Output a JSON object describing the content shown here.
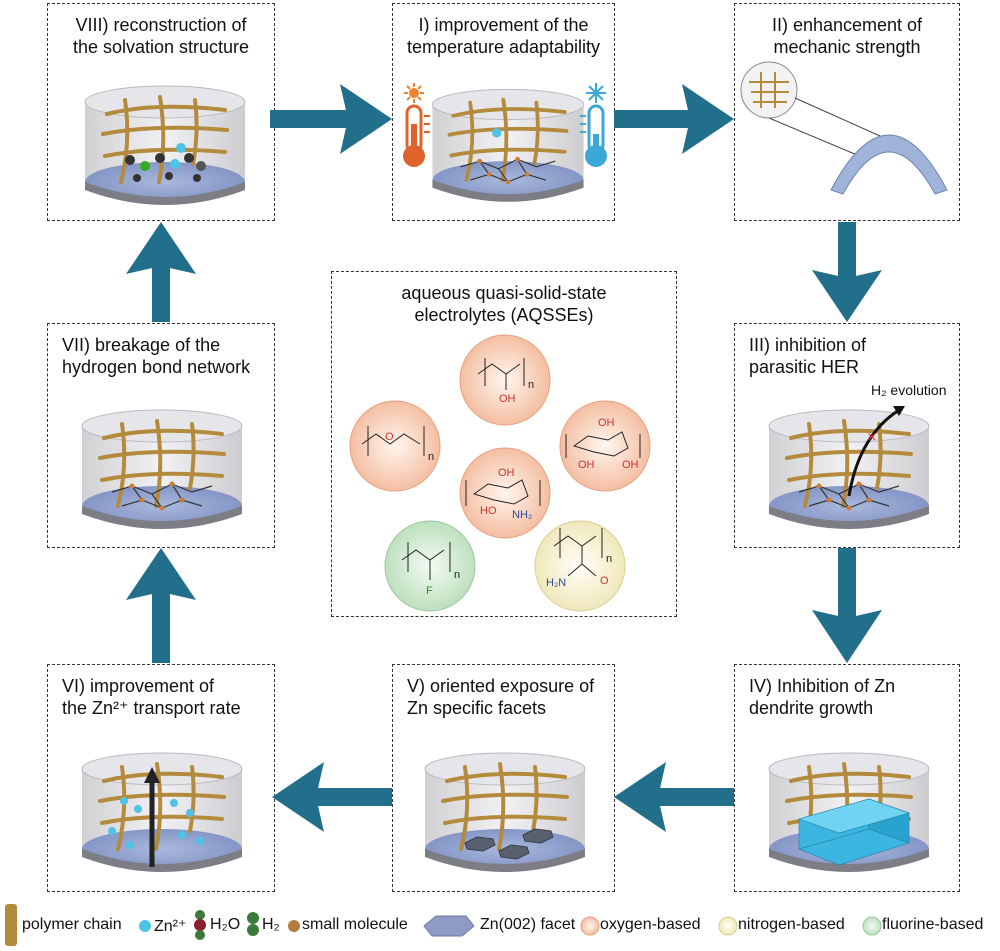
{
  "panels": {
    "p8": "VIII) reconstruction of\nthe solvation structure",
    "p1": "I) improvement of the\ntemperature adaptability",
    "p2": "II) enhancement of\nmechanic strength",
    "p3": "III) inhibition of\nparasitic HER",
    "p3_label": "H₂ evolution",
    "p4": "IV) Inhibition of Zn\ndendrite growth",
    "p5": "V) oriented exposure of\nZn specific facets",
    "p6": "VI) improvement of\nthe Zn²⁺ transport rate",
    "p7": "VII) breakage of the\nhydrogen bond network"
  },
  "center": {
    "title": "aqueous quasi-solid-state\nelectrolytes (AQSSEs)",
    "oh": "OH",
    "n": "n",
    "nh2": "NH₂",
    "f": "F",
    "h2n": "H₂N",
    "o": "O"
  },
  "legend": {
    "polymer_chain": "polymer chain",
    "zn": "Zn²⁺",
    "h2o": "H₂O",
    "h2": "H₂",
    "small_molecule": "small molecule",
    "facet": "Zn(002) facet",
    "oxygen": "oxygen-based",
    "nitrogen": "nitrogen-based",
    "fluorine": "fluorine-based"
  },
  "colors": {
    "arrow": "#216f8a",
    "oxygen_fill": "#f6cdb2",
    "nitrogen_fill": "#f7f2d2",
    "fluorine_fill": "#cfe8cf",
    "polymer": "#b48a3c",
    "zn_ion": "#4fc3e6"
  },
  "icons": [
    "sun-icon",
    "snowflake-icon",
    "hot-thermometer-icon",
    "cold-thermometer-icon"
  ]
}
